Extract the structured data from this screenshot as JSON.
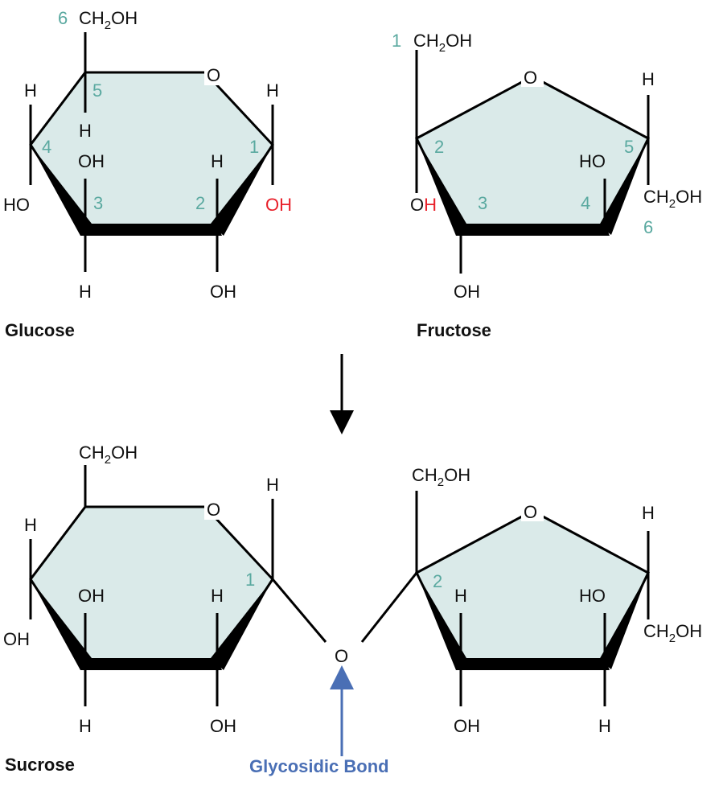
{
  "glucose": {
    "title": "Glucose",
    "c6": "6",
    "c5": "5",
    "c4": "4",
    "c3": "3",
    "c2": "2",
    "c1": "1",
    "o": "O",
    "h5": "H",
    "h4": "H",
    "ho4": "HO",
    "oh3": "OH",
    "h3": "H",
    "h2": "H",
    "oh2": "OH",
    "h1": "H",
    "oh1": "OH"
  },
  "fructose": {
    "title": "Fructose",
    "c1": "1",
    "c2": "2",
    "c3": "3",
    "c4": "4",
    "c5": "5",
    "c6": "6",
    "o": "O",
    "oh2_o": "O",
    "oh2_h": "H",
    "ho4": "HO",
    "oh3": "OH",
    "h5": "H"
  },
  "sucrose": {
    "title": "Sucrose",
    "bond_label": "Glycosidic Bond",
    "glycosidic_o": "O",
    "g_c1": "1",
    "f_c2": "2",
    "g_o": "O",
    "f_o": "O",
    "g_h1": "H",
    "g_h4": "H",
    "g_oh4": "OH",
    "g_oh3": "OH",
    "g_h3": "H",
    "g_h2": "H",
    "g_oh2": "OH",
    "f_h3": "H",
    "f_oh3": "OH",
    "f_ho4": "HO",
    "f_h4": "H",
    "f_h5": "H"
  },
  "formula": {
    "c": "CH",
    "sub": "2",
    "oh": "OH"
  },
  "colors": {
    "ring_fill": "#daeae9",
    "number": "#5aa9a0",
    "highlight": "#e8202a",
    "bond": "#4a6fb5"
  }
}
